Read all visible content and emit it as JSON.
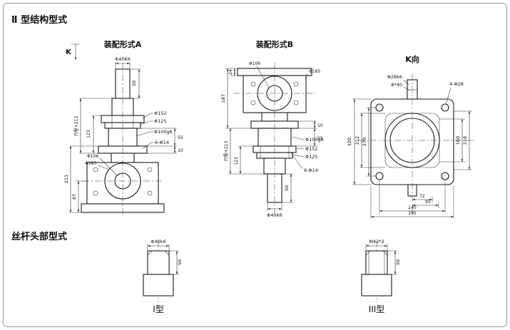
{
  "sections": {
    "structure_title": "Ⅱ 型结构型式",
    "screw_head_title": "丝杆头部型式"
  },
  "view_a": {
    "title": "装配形式A",
    "view_arrow_label": "K",
    "dims": {
      "top_shaft": "Φ40K6",
      "shaft_length": "50",
      "flange_od": "Φ152",
      "bolt_circle": "Φ125",
      "tube": "Φ100g6",
      "stroke": "行程+213",
      "flange_height": "123",
      "flange_holes": "6-Φ14",
      "d55": "55",
      "d10": "10",
      "bore": "Φ106",
      "housing": "Φ185",
      "total_height": "211",
      "center_height": "87"
    }
  },
  "view_b": {
    "title": "装配形式B",
    "dims": {
      "cap": "24",
      "bore": "Φ106",
      "housing": "Φ185",
      "housing_height": "187",
      "d55": "55",
      "d10": "10",
      "tube": "Φ100g6",
      "flange_od": "Φ152",
      "bolt_circle": "Φ125",
      "flange_holes": "6-Φ14",
      "stroke": "行程+213",
      "flange_height": "123",
      "shaft_length": "50",
      "bottom_shaft": "Φ40K6"
    }
  },
  "view_k": {
    "title": "K向",
    "dims": {
      "input_shaft": "Φ28k6",
      "key": "8*40",
      "corner_holes": "4-Φ28",
      "plate_height": "320",
      "boss_height": "212",
      "hole_spacing_v": "270",
      "d160": "160",
      "d218": "218",
      "d72": "72",
      "d95": "95",
      "hole_spacing_h": "240",
      "plate_width": "295"
    }
  },
  "head_type_i": {
    "title": "I型",
    "dims": {
      "diameter": "Φ40k6",
      "length": "50"
    }
  },
  "head_type_iii": {
    "title": "III型",
    "dims": {
      "diameter": "M42*2",
      "length": "50"
    }
  }
}
